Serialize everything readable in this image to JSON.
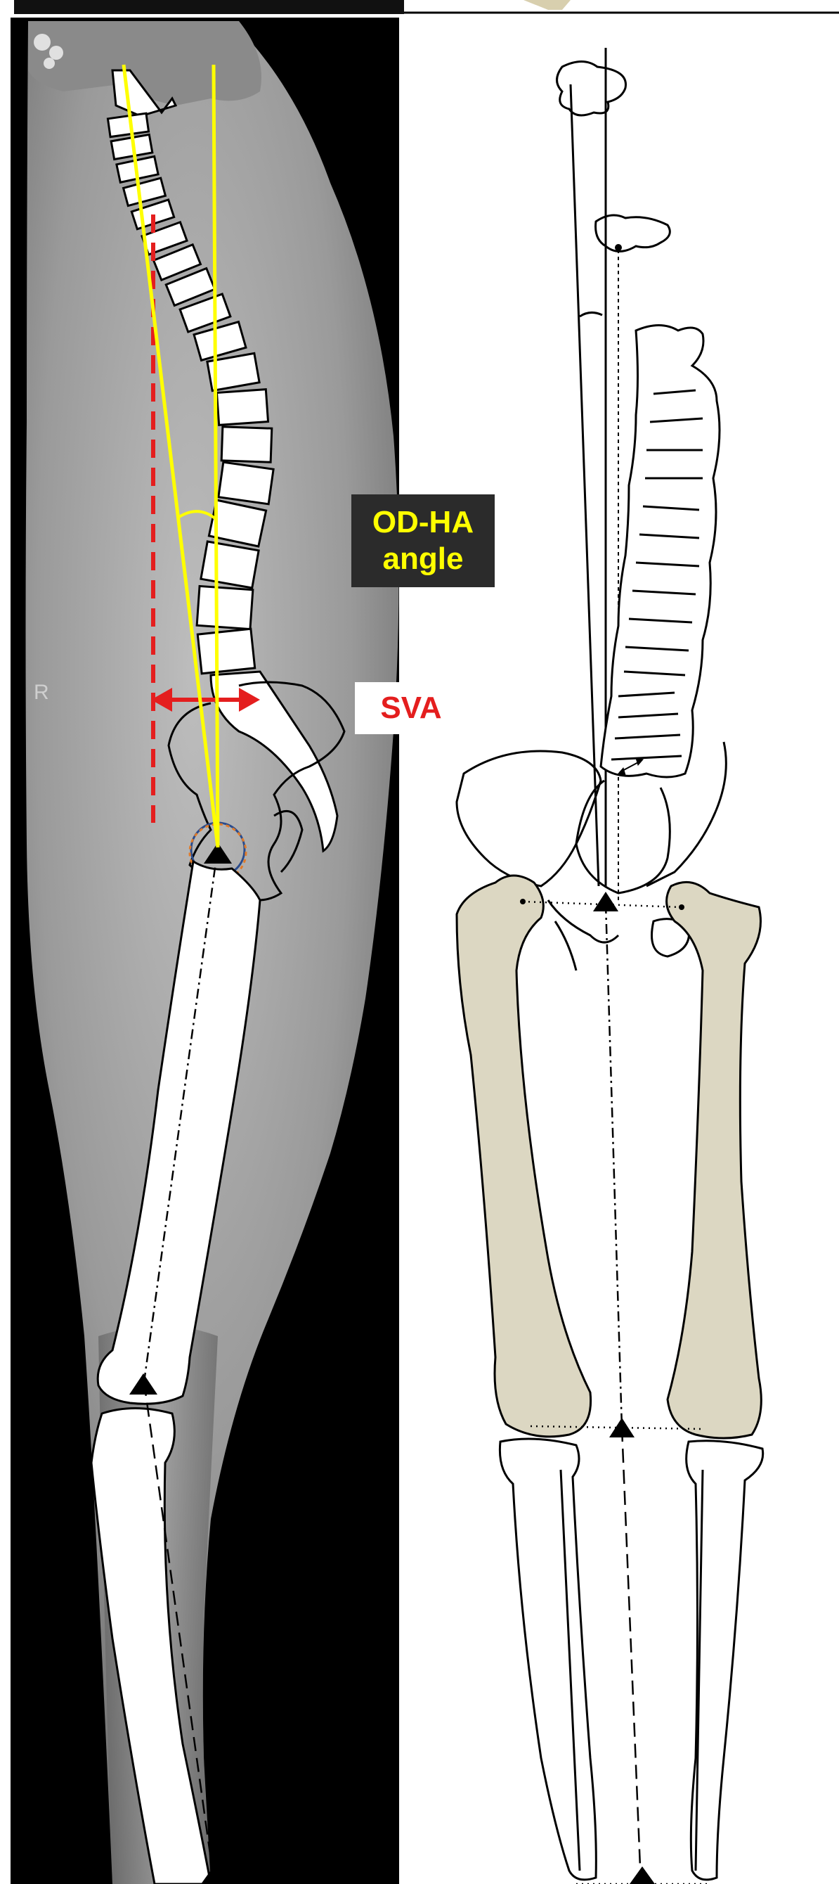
{
  "labels": {
    "odha_line1": "OD-HA",
    "odha_line2": "angle",
    "sva": "SVA",
    "xray_marker": "R"
  },
  "colors": {
    "yellow_lines": "#ffff00",
    "red_sva": "#e41e1e",
    "bone_fill_right": "#dcd7c2",
    "xray_background": "#000000",
    "label_box_dark": "#2b2b2b"
  },
  "panels": {
    "left": "lateral-full-body-radiograph",
    "right": "frontal-skeleton-schematic"
  }
}
